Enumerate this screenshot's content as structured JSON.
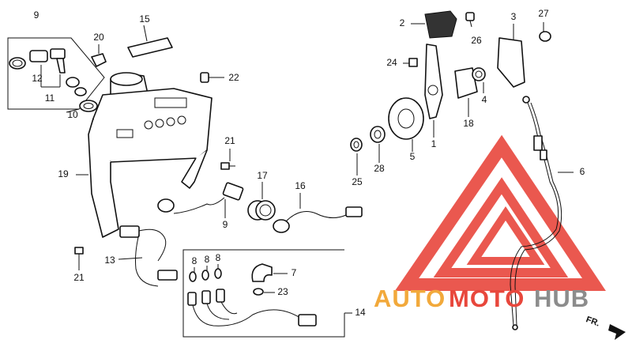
{
  "callouts": [
    {
      "id": "c9a",
      "label": "9"
    },
    {
      "id": "c12",
      "label": "12"
    },
    {
      "id": "c11",
      "label": "11"
    },
    {
      "id": "c10",
      "label": "10"
    },
    {
      "id": "c15",
      "label": "15"
    },
    {
      "id": "c20",
      "label": "20"
    },
    {
      "id": "c22",
      "label": "22"
    },
    {
      "id": "c19",
      "label": "19"
    },
    {
      "id": "c21a",
      "label": "21"
    },
    {
      "id": "c21b",
      "label": "21"
    },
    {
      "id": "c17",
      "label": "17"
    },
    {
      "id": "c16",
      "label": "16"
    },
    {
      "id": "c9b",
      "label": "9"
    },
    {
      "id": "c13",
      "label": "13"
    },
    {
      "id": "c8a",
      "label": "8"
    },
    {
      "id": "c8b",
      "label": "8"
    },
    {
      "id": "c8c",
      "label": "8"
    },
    {
      "id": "c7",
      "label": "7"
    },
    {
      "id": "c23",
      "label": "23"
    },
    {
      "id": "c14",
      "label": "14"
    },
    {
      "id": "c2",
      "label": "2"
    },
    {
      "id": "c26",
      "label": "26"
    },
    {
      "id": "c3",
      "label": "3"
    },
    {
      "id": "c27",
      "label": "27"
    },
    {
      "id": "c24",
      "label": "24"
    },
    {
      "id": "c4",
      "label": "4"
    },
    {
      "id": "c18",
      "label": "18"
    },
    {
      "id": "c1",
      "label": "1"
    },
    {
      "id": "c5",
      "label": "5"
    },
    {
      "id": "c28",
      "label": "28"
    },
    {
      "id": "c25",
      "label": "25"
    },
    {
      "id": "c6",
      "label": "6"
    }
  ],
  "watermark": {
    "part1": "AUTO",
    "part2": "MOTO",
    "part3": "HUB",
    "color_red": "#e8473c",
    "color_orange": "#f2a93b",
    "color_gray": "#8c8c8c"
  },
  "direction_label": "FR."
}
